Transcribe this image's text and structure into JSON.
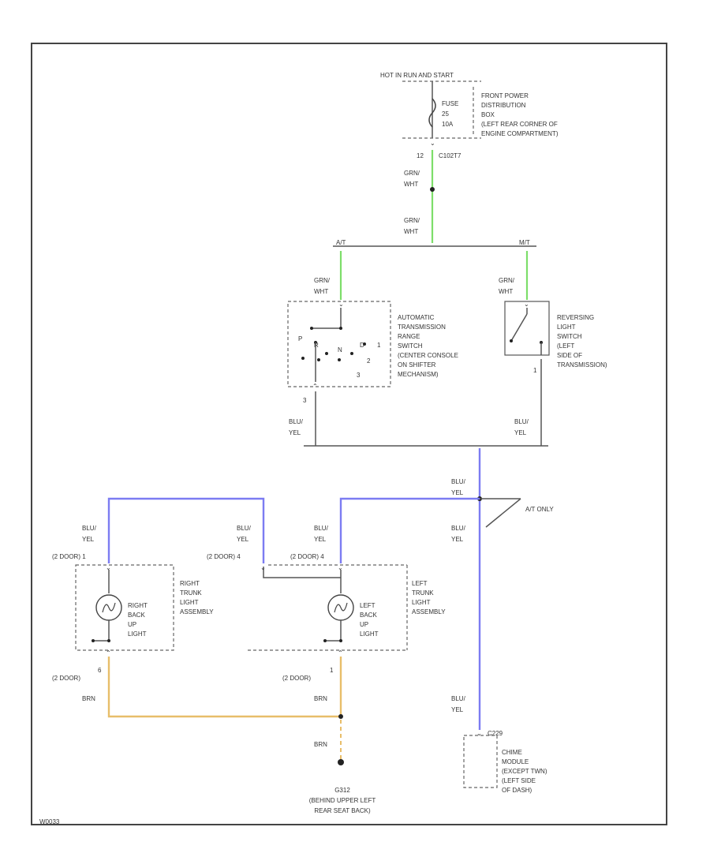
{
  "colors": {
    "grn_wht": "#7dde6a",
    "blu_yel": "#7c7cf2",
    "brn": "#e8be6a",
    "wire_plain": "#555555",
    "frame": "#444444"
  },
  "top": {
    "hot_label": "HOT IN RUN AND START",
    "fuse_line1": "FUSE",
    "fuse_line2": "25",
    "fuse_line3": "10A",
    "fuse_desc": [
      "FRONT POWER",
      "DISTRIBUTION",
      "BOX",
      "(LEFT REAR CORNER OF",
      "ENGINE COMPARTMENT)"
    ],
    "connector_pin": "12",
    "connector_id": "C102T7"
  },
  "wire_labels": {
    "grn_line1": "GRN/",
    "grn_line2": "WHT",
    "blu_line1": "BLU/",
    "blu_line2": "YEL",
    "brn": "BRN"
  },
  "split": {
    "left_tag": "A/T",
    "right_tag": "M/T"
  },
  "trs_switch": {
    "desc": [
      "AUTOMATIC",
      "TRANSMISSION",
      "RANGE",
      "SWITCH",
      "(CENTER CONSOLE",
      "ON SHIFTER",
      "MECHANISM)"
    ],
    "positions": [
      "P",
      "R",
      "N",
      "D",
      "1",
      "2",
      "3"
    ],
    "pin_out": "3"
  },
  "reversing_switch": {
    "desc": [
      "REVERSING",
      "LIGHT",
      "SWITCH",
      "(LEFT",
      "SIDE OF",
      "TRANSMISSION)"
    ],
    "pin": "1"
  },
  "at_only": "A/T ONLY",
  "right_light": {
    "conn_label": "(2 DOOR) 1",
    "desc": [
      "RIGHT",
      "TRUNK",
      "LIGHT",
      "ASSEMBLY"
    ],
    "bulb": [
      "RIGHT",
      "BACK",
      "UP",
      "LIGHT"
    ],
    "ground_conn": "(2 DOOR)",
    "ground_pin": "6"
  },
  "left_light": {
    "conn_label": "(2 DOOR) 4",
    "conn_label_mid": "(2 DOOR) 4",
    "desc": [
      "LEFT",
      "TRUNK",
      "LIGHT",
      "ASSEMBLY"
    ],
    "bulb": [
      "LEFT",
      "BACK",
      "UP",
      "LIGHT"
    ],
    "ground_conn": "(2 DOOR)",
    "ground_pin": "1"
  },
  "chime": {
    "conn": "C229",
    "desc": [
      "CHIME",
      "MODULE",
      "(EXCEPT TWN)",
      "(LEFT SIDE",
      "OF DASH)"
    ]
  },
  "ground": {
    "id": "G312",
    "desc": [
      "(BEHIND UPPER LEFT",
      "REAR SEAT BACK)"
    ]
  },
  "footer_code": "W0033"
}
